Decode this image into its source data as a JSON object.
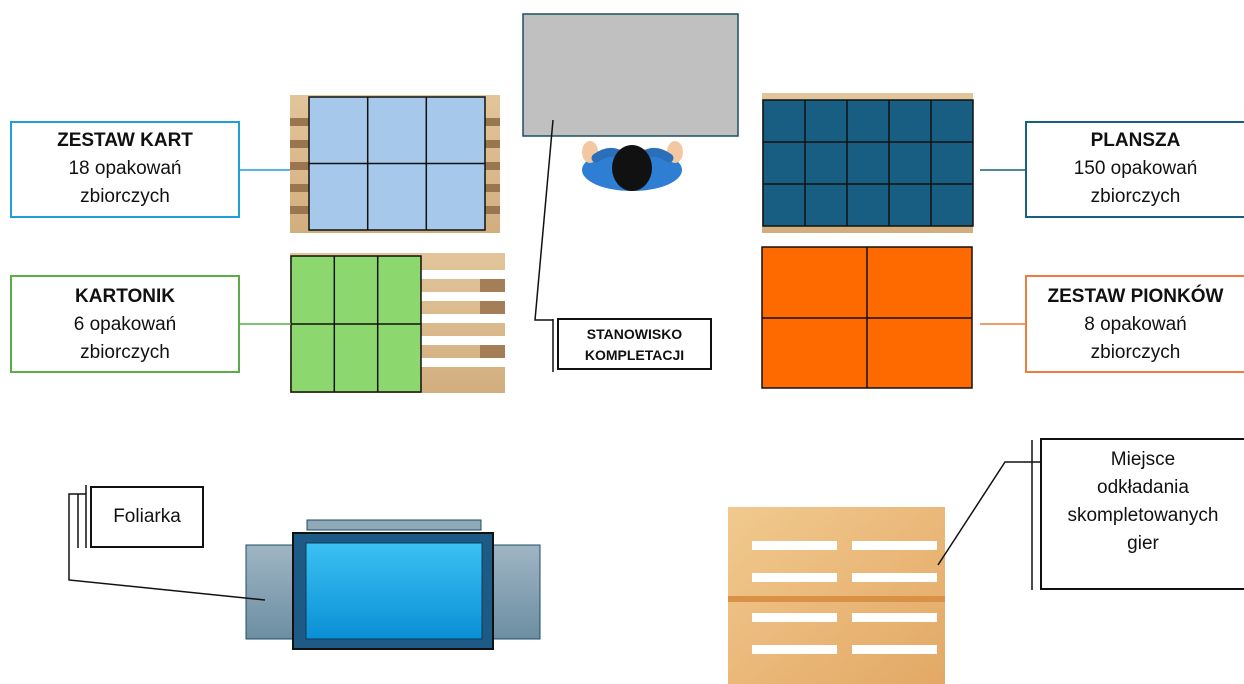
{
  "palettes": [
    {
      "id": "zestaw-kart",
      "title": "ZESTAW KART",
      "line1": "18 opakowań",
      "line2": "zbiorczych",
      "color": "#1ea0d6",
      "fill": "#a6c8ea"
    },
    {
      "id": "kartonik",
      "title": "KARTONIK",
      "line1": "6 opakowań",
      "line2": "zbiorczych",
      "color": "#5aad45",
      "fill": "#8cd86f"
    },
    {
      "id": "plansza",
      "title": "PLANSZA",
      "line1": "150 opakowań",
      "line2": "zbiorczych",
      "color": "#1b5f80",
      "fill": "#175e82"
    },
    {
      "id": "zestaw-pionkow",
      "title": "ZESTAW PIONKÓW",
      "line1": "8 opakowań",
      "line2": "zbiorczych",
      "color": "#ee7c3a",
      "fill": "#ff6a00"
    }
  ],
  "workstation": {
    "line1": "STANOWISKO",
    "line2": "KOMPLETACJI"
  },
  "wrapper": {
    "label": "Foliarka"
  },
  "drop_zone": {
    "line1": "Miejsce",
    "line2": "odkładania",
    "line3": "skompletowanych",
    "line4": "gier"
  }
}
